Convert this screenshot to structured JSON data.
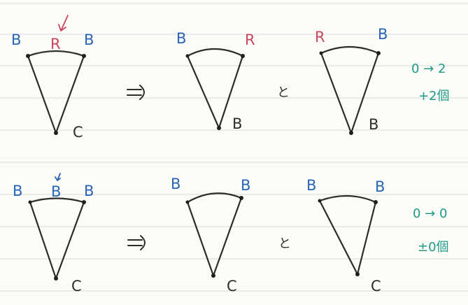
{
  "row1": {
    "d1": {
      "left": "B",
      "mid": "R",
      "right": "B",
      "bottom": "C"
    },
    "implies": "⇒",
    "d2": {
      "left": "B",
      "right": "R",
      "bottom": "B"
    },
    "and": "と",
    "d3": {
      "left": "R",
      "right": "B",
      "bottom": "B"
    },
    "note_line1": "0 → 2",
    "note_line2": "+2個"
  },
  "row2": {
    "d1": {
      "left": "B",
      "mid": "B",
      "right": "B",
      "bottom": "C"
    },
    "implies": "⇒",
    "d2": {
      "left": "B",
      "right": "B",
      "bottom": "C"
    },
    "and": "と",
    "d3": {
      "left": "B",
      "right": "B",
      "bottom": "C"
    },
    "note_line1": "0 → 0",
    "note_line2": "±0個"
  },
  "colors": {
    "blue": "#2a66b5",
    "red": "#c7475e",
    "green": "#1f9a86",
    "ink": "#2c2c2a",
    "rule": "#d9dadf"
  }
}
